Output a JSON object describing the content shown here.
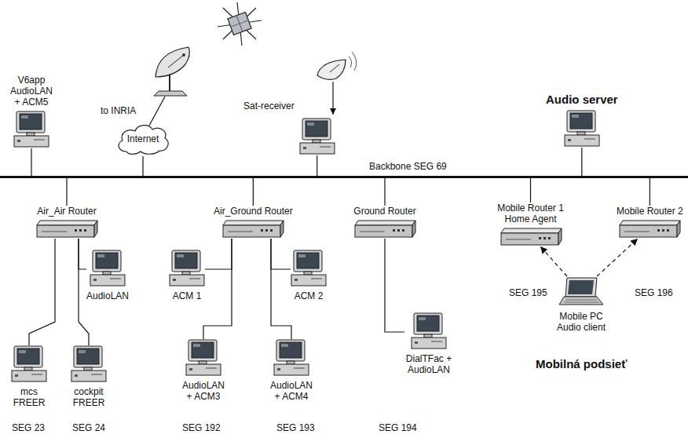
{
  "diagram": {
    "nodes": [
      {
        "text": [
          "V6app AudioLAN + ACM5"
        ]
      },
      {
        "text": [
          "Internet"
        ]
      },
      {
        "text": [
          "Sat-receiver"
        ]
      },
      {
        "text": [
          "Audio server"
        ]
      },
      {
        "text": [
          "Backbone SEG 69"
        ]
      },
      {
        "text": [
          "Air_Air Router"
        ]
      },
      {
        "text": [
          "Air_Ground Router"
        ]
      },
      {
        "text": [
          "Ground Router"
        ]
      },
      {
        "text": [
          "Mobile Router 1 Home Agent"
        ]
      },
      {
        "text": [
          "Mobile Router 2"
        ]
      },
      {
        "text": [
          "AudioLAN"
        ]
      },
      {
        "text": [
          "ACM 1"
        ]
      },
      {
        "text": [
          "ACM 2"
        ]
      },
      {
        "text": [
          "Mobile PC Audio client"
        ]
      },
      {
        "text": [
          "mcs FREER"
        ]
      },
      {
        "text": [
          "cockpit FREER"
        ]
      },
      {
        "text": [
          "AudioLAN + ACM3"
        ]
      },
      {
        "text": [
          "AudioLAN + ACM4"
        ]
      },
      {
        "text": [
          "DialTFac + AudioLAN"
        ]
      }
    ],
    "edges": [
      {
        "from": 0,
        "to": 4,
        "arrow": "none"
      },
      {
        "from": 1,
        "to": 4,
        "arrow": "none"
      },
      {
        "from": 2,
        "to": 4,
        "arrow": "none"
      },
      {
        "from": 3,
        "to": 4,
        "arrow": "none"
      },
      {
        "from": 4,
        "to": 5,
        "arrow": "none"
      },
      {
        "from": 4,
        "to": 6,
        "arrow": "none"
      },
      {
        "from": 4,
        "to": 7,
        "arrow": "none"
      },
      {
        "from": 4,
        "to": 8,
        "arrow": "none"
      },
      {
        "from": 4,
        "to": 9,
        "arrow": "none"
      },
      {
        "from": 5,
        "to": 10,
        "arrow": "none"
      },
      {
        "from": 5,
        "to": 14,
        "arrow": "none"
      },
      {
        "from": 5,
        "to": 15,
        "arrow": "none"
      },
      {
        "from": 6,
        "to": 11,
        "arrow": "none"
      },
      {
        "from": 6,
        "to": 12,
        "arrow": "none"
      },
      {
        "from": 6,
        "to": 16,
        "arrow": "none"
      },
      {
        "from": 6,
        "to": 17,
        "arrow": "none"
      },
      {
        "from": 7,
        "to": 18,
        "arrow": "none"
      },
      {
        "from": 13,
        "to": 8,
        "arrow": "to"
      },
      {
        "from": 13,
        "to": 9,
        "arrow": "to"
      }
    ],
    "labels": [
      "to INRIA",
      "SEG 23",
      "SEG 24",
      "SEG 192",
      "SEG 193",
      "SEG 194",
      "SEG 195",
      "SEG 196",
      "Mobilná podsieť"
    ]
  }
}
